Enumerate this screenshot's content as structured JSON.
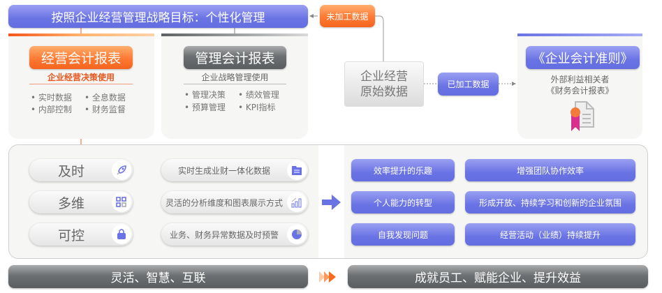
{
  "top_bar": {
    "title": "按照企业经营管理战略目标：个性化管理"
  },
  "unprocessed_label": "未加工数据",
  "processed_label": "已加工数据",
  "raw_data": {
    "line1": "企业经营",
    "line2": "原始数据"
  },
  "left_card": {
    "title": "经营会计报表",
    "subtitle": "企业经营决策使用",
    "bullets": [
      "实时数据",
      "全息数据",
      "内部控制",
      "财务监督"
    ]
  },
  "mid_card": {
    "title": "管理会计报表",
    "subtitle": "企业战略管理使用",
    "bullets": [
      "管理决策",
      "绩效管理",
      "预算管理",
      "KPI指标"
    ]
  },
  "right_card": {
    "title": "《企业会计准则》",
    "line1": "外部利益相关者",
    "line2": "《财务会计报表》"
  },
  "features": [
    {
      "label": "及时",
      "desc": "实时生成业财一体化数据"
    },
    {
      "label": "多维",
      "desc": "灵活的分析维度和图表展示方式"
    },
    {
      "label": "可控",
      "desc": "业务、财务异常数据及时预警"
    }
  ],
  "benefits": [
    [
      "效率提升的乐趣",
      "增强团队协作效率"
    ],
    [
      "个人能力的转型",
      "形成开放、持续学习和创新的企业氛围"
    ],
    [
      "自我发现问题",
      "经营活动（业绩）持续提升"
    ]
  ],
  "bottom": {
    "left": "灵活、智慧、互联",
    "right": "成就员工、赋能企业、提升效益"
  },
  "colors": {
    "blue": "#6a73e4",
    "orange": "#ff7a33",
    "gray": "#6d7072"
  }
}
